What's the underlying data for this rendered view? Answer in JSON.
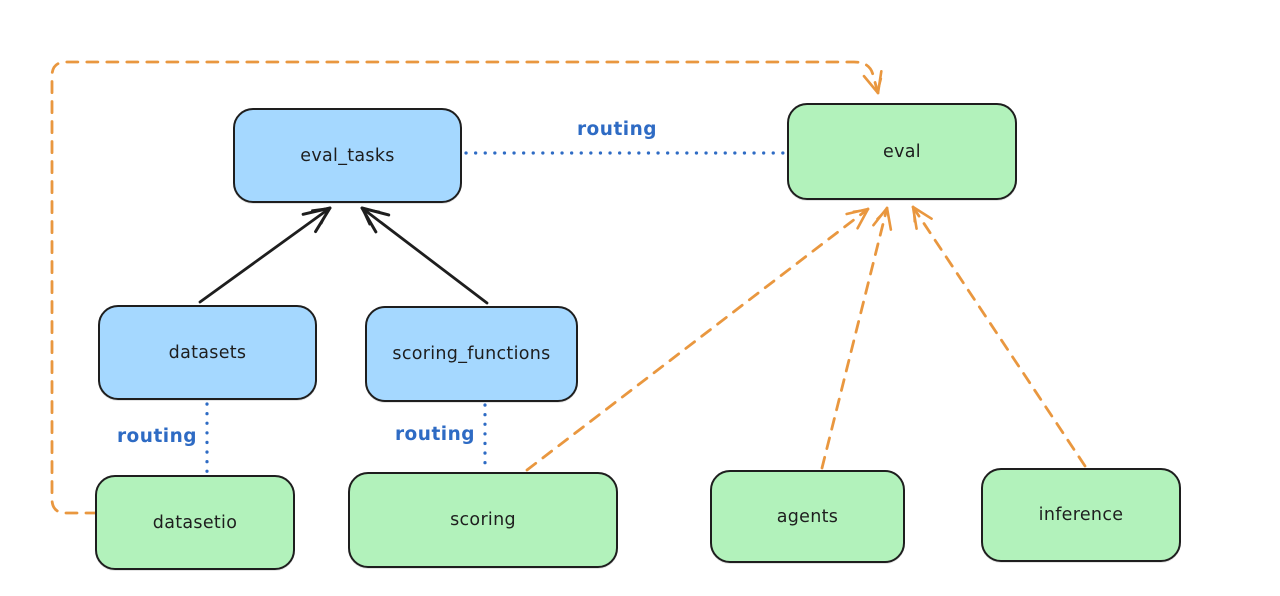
{
  "diagram": {
    "type": "architecture-graph",
    "colors": {
      "background": "#ffffff",
      "api_node_fill": "#a5d8ff",
      "provider_node_fill": "#b2f2bb",
      "node_stroke": "#1e1e1e",
      "dependency_arrow": "#1e1e1e",
      "routing_line": "#2e6bc4",
      "provider_arrow": "#e9973f"
    },
    "nodes": [
      {
        "id": "eval_tasks",
        "label": "eval_tasks",
        "fill": "blue"
      },
      {
        "id": "eval",
        "label": "eval",
        "fill": "green"
      },
      {
        "id": "datasets",
        "label": "datasets",
        "fill": "blue"
      },
      {
        "id": "scoring_functions",
        "label": "scoring_functions",
        "fill": "blue"
      },
      {
        "id": "datasetio",
        "label": "datasetio",
        "fill": "green"
      },
      {
        "id": "scoring",
        "label": "scoring",
        "fill": "green"
      },
      {
        "id": "agents",
        "label": "agents",
        "fill": "green"
      },
      {
        "id": "inference",
        "label": "inference",
        "fill": "green"
      }
    ],
    "edges": [
      {
        "from": "datasets",
        "to": "eval_tasks",
        "style": "solid-black-arrow",
        "label": ""
      },
      {
        "from": "scoring_functions",
        "to": "eval_tasks",
        "style": "solid-black-arrow",
        "label": ""
      },
      {
        "from": "eval_tasks",
        "to": "eval",
        "style": "dotted-blue",
        "label": "routing"
      },
      {
        "from": "datasets",
        "to": "datasetio",
        "style": "dotted-blue",
        "label": "routing"
      },
      {
        "from": "scoring_functions",
        "to": "scoring",
        "style": "dotted-blue",
        "label": "routing"
      },
      {
        "from": "datasetio",
        "to": "eval",
        "style": "dashed-orange-arrow",
        "label": ""
      },
      {
        "from": "scoring",
        "to": "eval",
        "style": "dashed-orange-arrow",
        "label": ""
      },
      {
        "from": "agents",
        "to": "eval",
        "style": "dashed-orange-arrow",
        "label": ""
      },
      {
        "from": "inference",
        "to": "eval",
        "style": "dashed-orange-arrow",
        "label": ""
      }
    ]
  }
}
